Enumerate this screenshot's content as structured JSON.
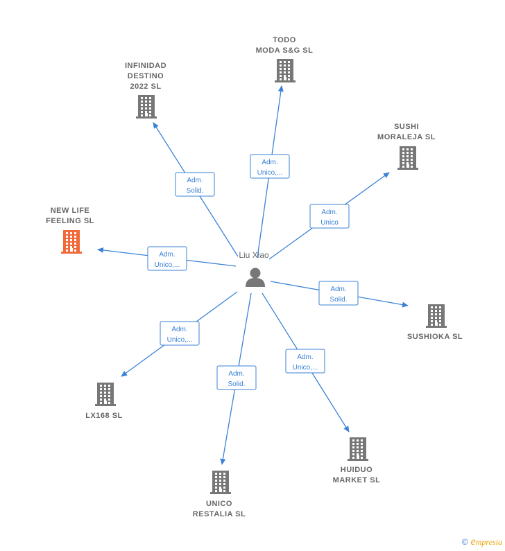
{
  "center": {
    "name": "Liu Xiao",
    "icon": "person-icon"
  },
  "colors": {
    "edge": "#3b82d6",
    "building": "#777777",
    "highlight": "#f26a3a",
    "label": "#666666"
  },
  "companies": [
    {
      "id": "todo-moda",
      "lines": [
        "TODO",
        "MODA S&G  SL"
      ],
      "role": [
        "Adm.",
        "Unico,..."
      ],
      "highlight": false
    },
    {
      "id": "infinidad-destino",
      "lines": [
        "INFINIDAD",
        "DESTINO",
        "2022  SL"
      ],
      "role": [
        "Adm.",
        "Solid."
      ],
      "highlight": false
    },
    {
      "id": "sushi-moraleja",
      "lines": [
        "SUSHI",
        "MORALEJA  SL"
      ],
      "role": [
        "Adm.",
        "Unico"
      ],
      "highlight": false
    },
    {
      "id": "new-life-feeling",
      "lines": [
        "NEW LIFE",
        "FEELING  SL"
      ],
      "role": [
        "Adm.",
        "Unico,..."
      ],
      "highlight": true
    },
    {
      "id": "sushioka",
      "lines": [
        "SUSHIOKA  SL"
      ],
      "role": [
        "Adm.",
        "Solid."
      ],
      "highlight": false
    },
    {
      "id": "lx168",
      "lines": [
        "LX168  SL"
      ],
      "role": [
        "Adm.",
        "Unico,..."
      ],
      "highlight": false
    },
    {
      "id": "unico-restalia",
      "lines": [
        "UNICO",
        "RESTALIA  SL"
      ],
      "role": [
        "Adm.",
        "Solid."
      ],
      "highlight": false
    },
    {
      "id": "huiduo-market",
      "lines": [
        "HUIDUO",
        "MARKET  SL"
      ],
      "role": [
        "Adm.",
        "Unico,..."
      ],
      "highlight": false
    }
  ],
  "footer": {
    "copyright": "©",
    "brand_initial": "e",
    "brand_rest": "mpresia"
  }
}
